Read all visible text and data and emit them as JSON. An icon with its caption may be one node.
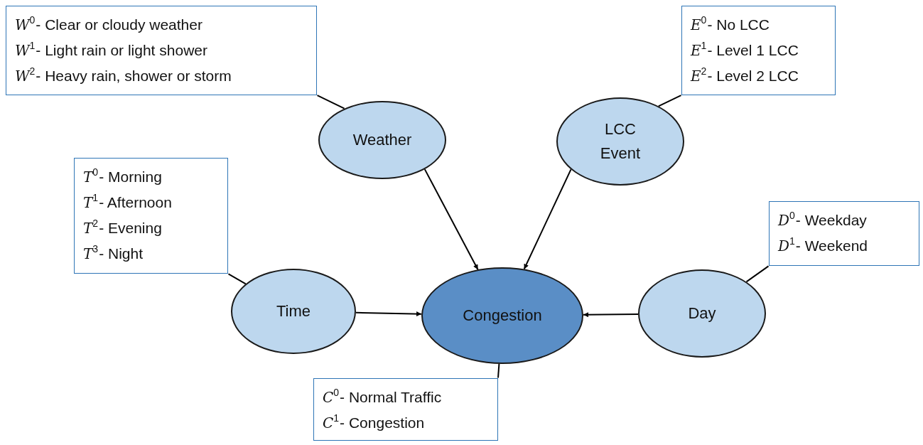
{
  "diagram": {
    "nodes": [
      {
        "text": [
          "*W*$^{0}$- Clear or cloudy weather",
          "*W*$^{1}$- Light rain or light shower",
          "*W*$^{2}$- Heavy rain, shower or storm"
        ]
      },
      {
        "text": [
          "*E*$^{0}$- No LCC",
          "*E*$^{1}$- Level 1 LCC",
          "*E*$^{2}$- Level 2 LCC"
        ]
      },
      {
        "text": [
          "Weather"
        ]
      },
      {
        "text": [
          "LCC Event"
        ]
      },
      {
        "text": [
          "*T*$^{0}$- Morning",
          "*T*$^{1}$- Afternoon",
          "*T*$^{2}$- Evening",
          "*T*$^{3}$- Night"
        ]
      },
      {
        "text": [
          "*D*$^{0}$- Weekday",
          "*D*$^{1}$- Weekend"
        ]
      },
      {
        "text": [
          "Time"
        ]
      },
      {
        "text": [
          "Congestion"
        ]
      },
      {
        "text": [
          "Day"
        ]
      },
      {
        "text": [
          "*C*$^{0}$- Normal Traffic",
          "*C*$^{1}$- Congestion"
        ]
      }
    ],
    "edges": [
      {
        "from": 0,
        "to": 2,
        "arrow": "none"
      },
      {
        "from": 1,
        "to": 3,
        "arrow": "none"
      },
      {
        "from": 4,
        "to": 6,
        "arrow": "none"
      },
      {
        "from": 5,
        "to": 8,
        "arrow": "none"
      },
      {
        "from": 9,
        "to": 7,
        "arrow": "none"
      },
      {
        "from": 2,
        "to": 7,
        "arrow": "to"
      },
      {
        "from": 3,
        "to": 7,
        "arrow": "to"
      },
      {
        "from": 6,
        "to": 7,
        "arrow": "to"
      },
      {
        "from": 8,
        "to": 7,
        "arrow": "to"
      }
    ]
  }
}
